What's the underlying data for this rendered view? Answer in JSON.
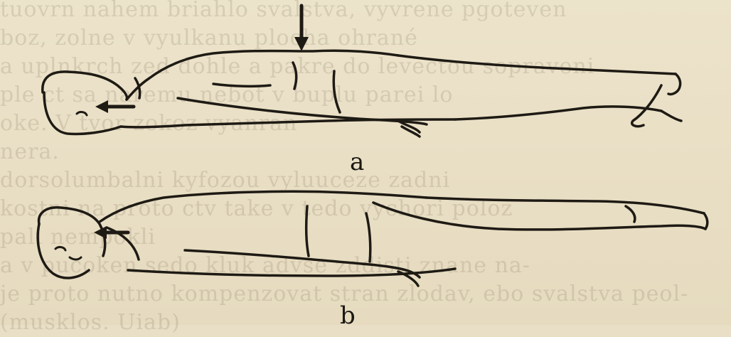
{
  "figures": {
    "a_label": "a",
    "b_label": "b"
  },
  "bleed_lines": [
    "tuovrn nahem briahlo svalstva, vyvrene pgoteven",
    "boz, zolne v vyulkanu plocha ohrané",
    "a uplnkrch zed dohle a pakre do levectou sopraveni",
    "ple ct sa naremu nebot v buplu parei lo",
    "oke. V tvor zokoz vyanran",
    "nera.",
    "dorsolumbalni kyfozou vyluuceze zadni",
    "kostni na proto ctv take v tedo vychori poloz",
    "pali nempokli",
    "a v pucoken sedo kluk advse zddisti znane na-",
    "je proto nutno kompenzovat stran zlodav, ebo svalstva peol-",
    "(musklos. Uiab)"
  ]
}
